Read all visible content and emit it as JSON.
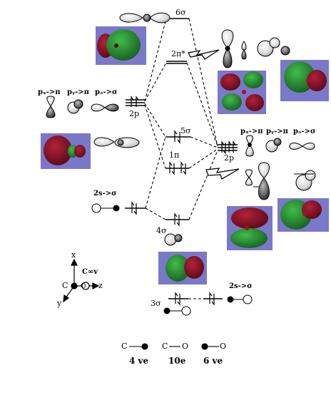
{
  "levels": {
    "sigma6": "6σ",
    "pi2star": "2π*",
    "sigma5": "5σ",
    "pi1": "1π",
    "sigma4": "4σ",
    "sigma3": "3σ"
  },
  "carbon": {
    "orb_2p": "2p",
    "s_label": "2s->σ",
    "px_label": "pₓ->π",
    "py_label": "pᵧ->π",
    "pz_label": "pₔ->σ"
  },
  "oxygen": {
    "orb_2p": "2p",
    "s_label": "2s->σ",
    "px_label": "pₓ->π",
    "py_label": "pᵧ->π",
    "pz_label": "pₔ->σ"
  },
  "axes": {
    "x": "x",
    "y": "y",
    "z": "z",
    "c": "C",
    "o": "O",
    "group": "C∞v"
  },
  "bottom": {
    "c_atom": "C",
    "co_c": "C",
    "co_o": "O",
    "o_atom": "O",
    "ve_c": "4 ve",
    "ve_co": "10e",
    "ve_o": "6 ve"
  },
  "colors": {
    "render_bg": "#7a78c8",
    "lobe_green": "#2f8a35",
    "lobe_red": "#8b1428",
    "line": "#000000"
  }
}
